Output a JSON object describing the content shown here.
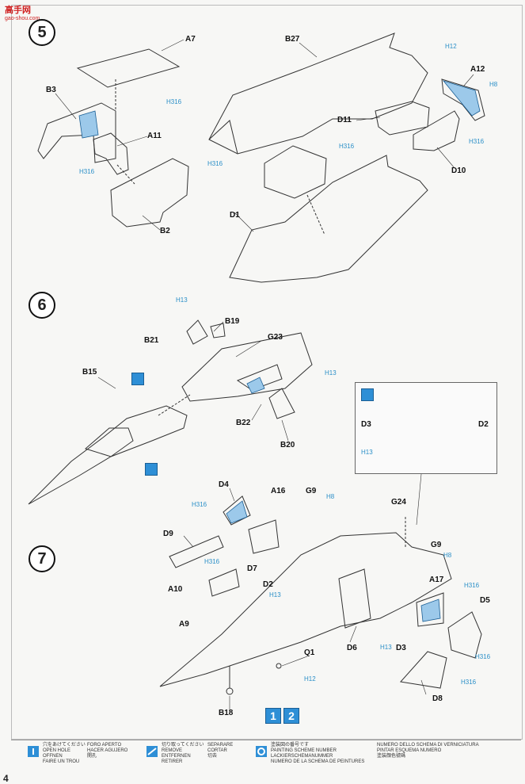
{
  "logo": {
    "main": "高手网",
    "sub": "gao-shou.com"
  },
  "steps": {
    "s5": "5",
    "s6": "6",
    "s7": "7"
  },
  "page_number": "4",
  "colors": {
    "paint_blue": "#2e8fd6",
    "hole_blue": "#2b8fc8",
    "line": "#333333"
  },
  "step5_labels": {
    "A7": "A7",
    "B27": "B27",
    "B3": "B3",
    "A11": "A11",
    "B2": "B2",
    "D1": "D1",
    "D11": "D11",
    "D10": "D10",
    "A12": "A12",
    "h316_a": "H316",
    "h316_b": "H316",
    "h316_c": "H316",
    "h316_d": "H316",
    "h316_e": "H316",
    "h12": "H12",
    "h8": "H8"
  },
  "step6_labels": {
    "B19": "B19",
    "B21": "B21",
    "G23": "G23",
    "B15": "B15",
    "B22": "B22",
    "B20": "B20",
    "h13_a": "H13",
    "h13_b": "H13",
    "inset_D3": "D3",
    "inset_D2": "D2",
    "inset_h13": "H13"
  },
  "step7_labels": {
    "D4": "D4",
    "A16": "A16",
    "G9_top": "G9",
    "G24": "G24",
    "D9": "D9",
    "G9_mid": "G9",
    "D7": "D7",
    "D2": "D2",
    "A10": "A10",
    "A17": "A17",
    "D5": "D5",
    "A9": "A9",
    "D6": "D6",
    "D3": "D3",
    "Q1": "Q1",
    "D8": "D8",
    "B18": "B18",
    "h316_a": "H316",
    "h316_b": "H316",
    "h316_c": "H316",
    "h316_d": "H316",
    "h316_e": "H316",
    "h8_a": "H8",
    "h8_b": "H8",
    "h13_a": "H13",
    "h13_b": "H13",
    "h12": "H12"
  },
  "paint_schemes": [
    "1",
    "2"
  ],
  "legend": {
    "hole": "穴をあけてください\nOPEN HOLE\nOFFNEN\nFAIRE UN TROU",
    "hole2": "FORO APERTO\nHACER AGUJERO\n開孔",
    "remove": "切り取ってください\nREMOVE\nENTFERNEN\nRETIRER",
    "remove2": "SEPARARE\nCORTAR\n切去",
    "paint": "塗装図の番号です\nPAINTING SCHEME NUMBER\nLACKIERSCHEMANUMMER\nNUMERO DE LA SCHEMA DE PEINTURES",
    "paint2": "NUMERO DELLO SCHEMA DI VERNICIATURA\nPINTAR ESQUEMA NUMERO\n塗装顔色號碼"
  }
}
